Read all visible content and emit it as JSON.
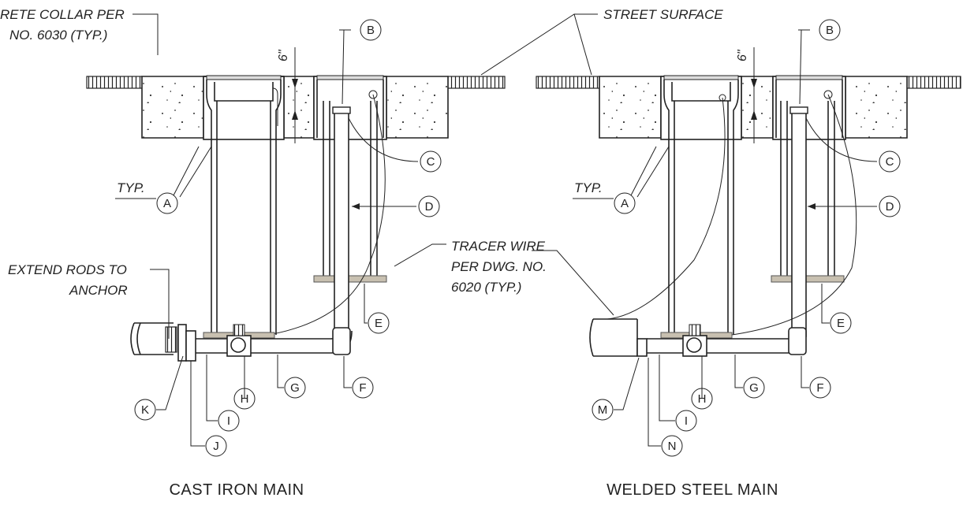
{
  "notes": {
    "concrete_collar": [
      "RETE  COLLAR  PER",
      "NO.  6030  (TYP.)"
    ],
    "street_surface": "STREET  SURFACE",
    "extend_rods": [
      "EXTEND  RODS  TO",
      "ANCHOR"
    ],
    "tracer_wire": [
      "TRACER  WIRE",
      "PER  DWG.  NO.",
      "6020  (TYP.)"
    ],
    "typ_left": "TYP.",
    "typ_right": "TYP.",
    "dim_left": "6\"",
    "dim_right": "6\""
  },
  "titles": {
    "left": "CAST  IRON  MAIN",
    "right": "WELDED  STEEL  MAIN"
  },
  "balloons": {
    "left": {
      "B": "B",
      "C": "C",
      "A": "A",
      "D": "D",
      "E": "E",
      "F": "F",
      "G": "G",
      "H": "H",
      "I": "I",
      "J": "J",
      "K": "K"
    },
    "right": {
      "B": "B",
      "C": "C",
      "A": "A",
      "D": "D",
      "E": "E",
      "F": "F",
      "G": "G",
      "H": "H",
      "I": "I",
      "N": "N",
      "M": "M"
    }
  }
}
